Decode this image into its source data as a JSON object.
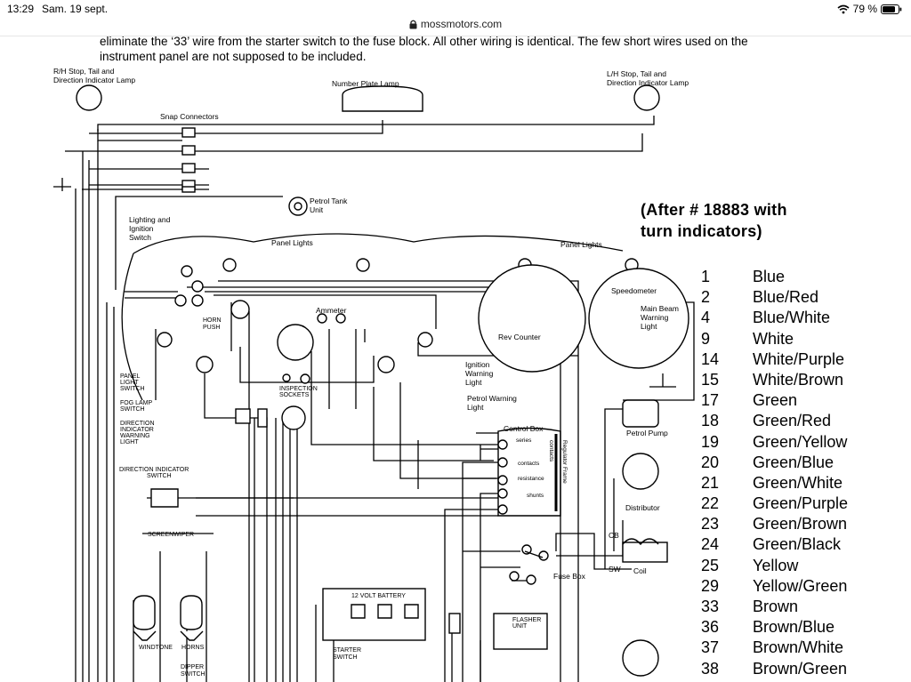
{
  "status": {
    "time": "13:29",
    "date": "Sam. 19 sept.",
    "battery": "79 %"
  },
  "url": {
    "domain": "mossmotors.com"
  },
  "intro_text": [
    "eliminate the ‘33’ wire from the starter switch to the fuse block. All other wiring is identical. The few short wires used on the",
    "instrument panel are not supposed to be included."
  ],
  "after_note": [
    "(After # 18883 with",
    "turn indicators)"
  ],
  "legend": [
    {
      "code": "1",
      "color": "Blue"
    },
    {
      "code": "2",
      "color": "Blue/Red"
    },
    {
      "code": "4",
      "color": "Blue/White"
    },
    {
      "code": "9",
      "color": "White"
    },
    {
      "code": "14",
      "color": "White/Purple"
    },
    {
      "code": "15",
      "color": "White/Brown"
    },
    {
      "code": "17",
      "color": "Green"
    },
    {
      "code": "18",
      "color": "Green/Red"
    },
    {
      "code": "19",
      "color": "Green/Yellow"
    },
    {
      "code": "20",
      "color": "Green/Blue"
    },
    {
      "code": "21",
      "color": "Green/White"
    },
    {
      "code": "22",
      "color": "Green/Purple"
    },
    {
      "code": "23",
      "color": "Green/Brown"
    },
    {
      "code": "24",
      "color": "Green/Black"
    },
    {
      "code": "25",
      "color": "Yellow"
    },
    {
      "code": "29",
      "color": "Yellow/Green"
    },
    {
      "code": "33",
      "color": "Brown"
    },
    {
      "code": "36",
      "color": "Brown/Blue"
    },
    {
      "code": "37",
      "color": "Brown/White"
    },
    {
      "code": "38",
      "color": "Brown/Green"
    }
  ],
  "labels": {
    "rh_lamp": [
      "R/H Stop, Tail and",
      "Direction Indicator Lamp"
    ],
    "lh_lamp": [
      "L/H Stop, Tail and",
      "Direction Indicator Lamp"
    ],
    "number_plate": "Number Plate Lamp",
    "snap_connectors": "Snap Connectors",
    "petrol_tank": [
      "Petrol Tank",
      "Unit"
    ],
    "lighting_switch": [
      "Lighting and",
      "Ignition",
      "Switch"
    ],
    "panel_lights": "Panel Lights",
    "ammeter": "Ammeter",
    "rev_counter": "Rev Counter",
    "speedometer": "Speedometer",
    "main_beam": [
      "Main Beam",
      "Warning",
      "Light"
    ],
    "ignition_warning": [
      "Ignition",
      "Warning",
      "Light"
    ],
    "petrol_warning": [
      "Petrol Warning",
      "Light"
    ],
    "horn_push": [
      "HORN",
      "PUSH"
    ],
    "panel_light_switch": [
      "PANEL",
      "LIGHT",
      "SWITCH"
    ],
    "fog_lamp_switch": [
      "FOG  LAMP",
      "SWITCH"
    ],
    "direction_warning": [
      "DIRECTION",
      "INDICATOR",
      "WARNING",
      "LIGHT"
    ],
    "inspection_sockets": [
      "INSPECTION",
      "SOCKETS"
    ],
    "direction_switch": [
      "DIRECTION  INDICATOR",
      "SWITCH"
    ],
    "screenwiper": "SCREENWIPER",
    "control_box": "Control Box",
    "petrol_pump": "Petrol Pump",
    "distributor": "Distributor",
    "coil": "Coil",
    "fuse_box": "Fuse Box",
    "battery": "12  VOLT  BATTERY",
    "windtone_horns": [
      "WINDTONE",
      "HORNS"
    ],
    "dipper_switch": [
      "DIPPER",
      "SWITCH"
    ],
    "starter_switch": [
      "STARTER",
      "SWITCH"
    ],
    "flasher_unit": [
      "FLASHER",
      "UNIT"
    ],
    "cb": "CB",
    "sw": "SW",
    "series": "series",
    "contacts": "contacts",
    "resistance": "resistance",
    "shunts": "shunts",
    "regulator_frame": "Regulator Frame",
    "contacts_v": "contacts"
  }
}
